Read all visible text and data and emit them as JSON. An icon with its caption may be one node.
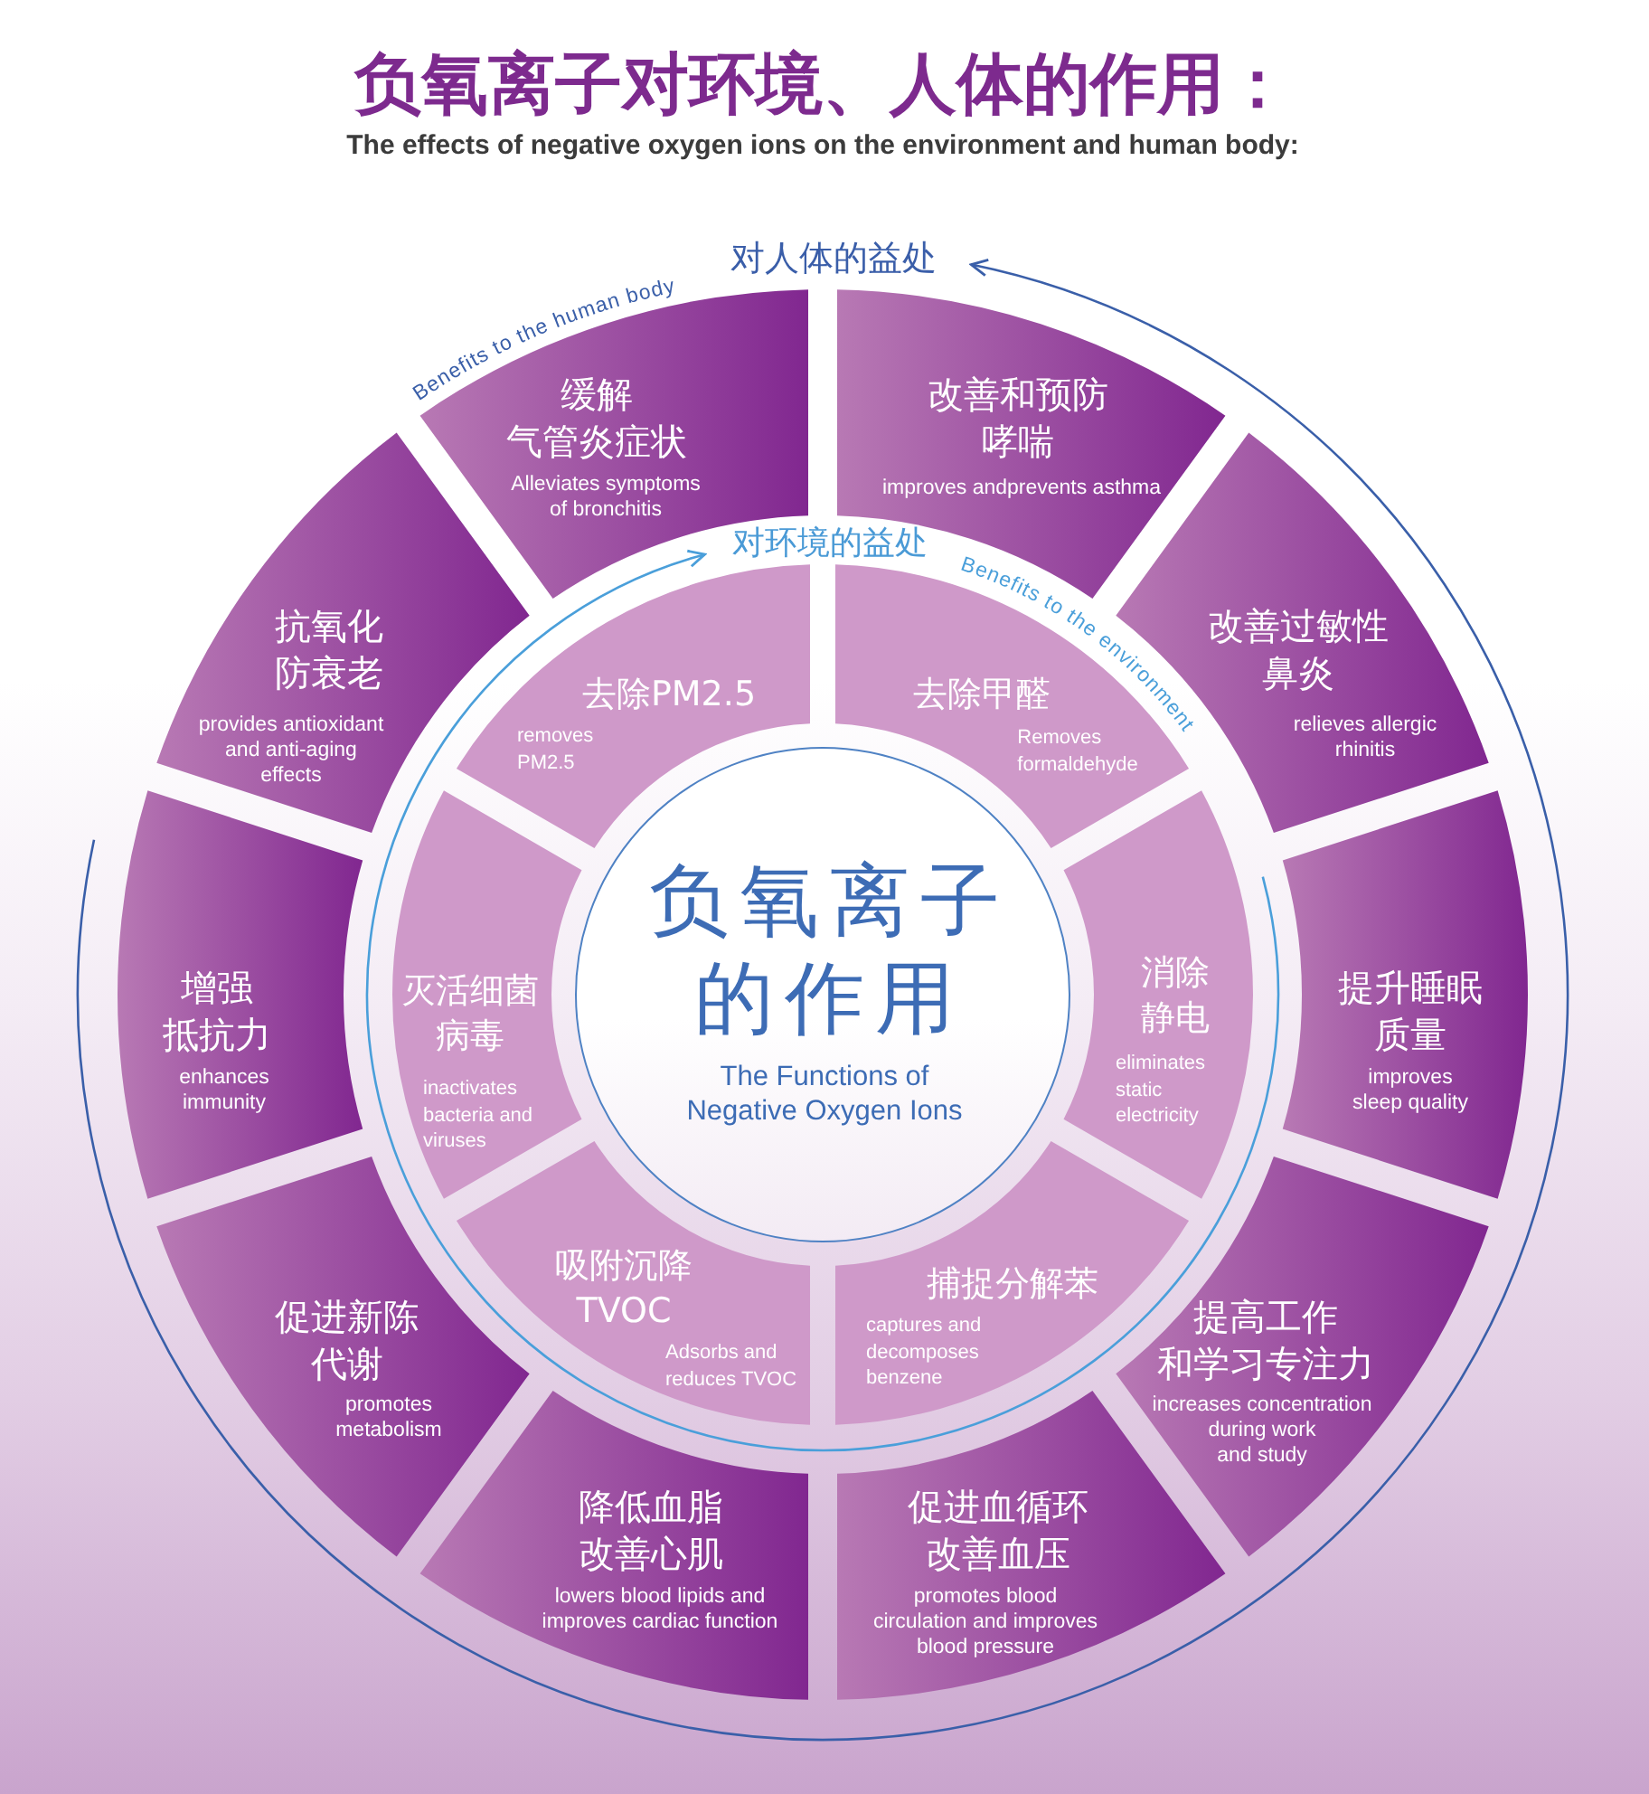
{
  "diagram": {
    "title": "负氧离子对环境、人体的作用：",
    "nodes": [
      {
        "text": [
          "负氧离子的作用",
          "The Functions of Negative Oxygen Ions"
        ]
      },
      {
        "text": [
          "去除PM2.5",
          "removes PM2.5"
        ]
      },
      {
        "text": [
          "去除甲醛",
          "Removes formaldehyde"
        ]
      },
      {
        "text": [
          "消除静电",
          "eliminates static electricity"
        ]
      },
      {
        "text": [
          "捕捉分解苯",
          "captures and decomposes benzene"
        ]
      },
      {
        "text": [
          "吸附沉降TVOC",
          "Adsorbs and reduces TVOC"
        ]
      },
      {
        "text": [
          "灭活细菌病毒",
          "inactivates bacteria and viruses"
        ]
      },
      {
        "text": [
          "缓解气管炎症状",
          "Alleviates symptoms of bronchitis"
        ]
      },
      {
        "text": [
          "改善和预防哮喘",
          "improves andprevents asthma"
        ]
      },
      {
        "text": [
          "改善过敏性鼻炎",
          "relieves allergic rhinitis"
        ]
      },
      {
        "text": [
          "提升睡眠质量",
          "improves sleep quality"
        ]
      },
      {
        "text": [
          "提高工作和学习专注力",
          "increases concentration during work and study"
        ]
      },
      {
        "text": [
          "促进血循环改善血压",
          "promotes blood circulation and improves blood pressure"
        ]
      },
      {
        "text": [
          "降低血脂改善心肌",
          "lowers blood lipids and improves cardiac function"
        ]
      },
      {
        "text": [
          "促进新陈代谢",
          "promotes metabolism"
        ]
      },
      {
        "text": [
          "增强抵抗力",
          "enhances immunity"
        ]
      },
      {
        "text": [
          "抗氧化防衰老",
          "provides antioxidant and anti-aging effects"
        ]
      }
    ],
    "labels": [
      "The effects of negative oxygen ions on the environment and human body:",
      "对人体的益处",
      "Benefits to the human body",
      "对环境的益处",
      "Benefits to the environment"
    ]
  }
}
